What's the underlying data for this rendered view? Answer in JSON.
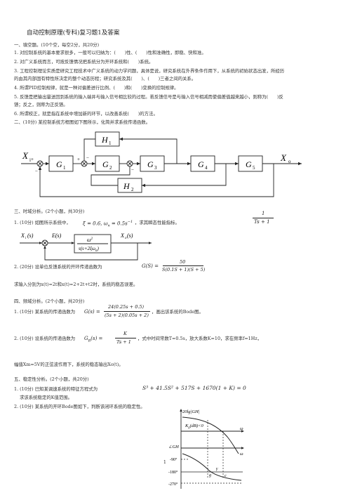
{
  "doc": {
    "title": "自动控制原理(专科)复习题1及答案",
    "s1": {
      "heading": "一、填空题。(10个空，每空2分，共20分)",
      "q1": "1. 对控制系统的基本要求很多，一般可以归纳为：(　　)性、(　　)性和准确性，即稳、快和准。",
      "q2": "2. 对广义系统而言，可按反馈情况把系统分为开环系统和(　　)系统。",
      "q3a": "3. 工程控制理论实质是研究工程技术中广义系统的动力学问题，具体是说，研究系统在外界条件作用下，从系统的初始状态出发，所经历",
      "q3b": "的由其内部固有特性所决定的整个动态历程；研究系统及其(　　)、(　　)三者之间的关系。",
      "q4": "4. 所谓PID控制规律，就是一种对偏差进行比例、(　　)和(　　)变换的控制规律。",
      "q5a": "5. 反馈是把输出量送回到系统的输入端并与输入信号相比较的过程。若反馈信号是与输入信号相减而使偏差值越来越小，则称为(　　)反",
      "q5b": "馈；反之，则称为正反馈。",
      "q6": "6. 所谓校正，就是指在系统中增加新的环节，以改善系统(　　)的方法。"
    },
    "s2": {
      "heading": "二、(10分) 某控制系统方框图如下图所示，化简并求系统传递函数。",
      "diagram": {
        "input": "X",
        "input_sub": "i",
        "output": "X",
        "output_sub": "o",
        "blocks": [
          "G",
          "G",
          "G",
          "G",
          "G"
        ],
        "block_subs": [
          "1",
          "2",
          "3",
          "4",
          "5"
        ],
        "h1": "H",
        "h1_sub": "1",
        "h2": "H",
        "h2_sub": "2",
        "signs": [
          "+",
          "−",
          "+",
          "−",
          "−"
        ]
      }
    },
    "s3": {
      "heading": "三、时域分析。(2个小题，共30分)",
      "q1_pre": "1. (10分) 如图所示系统中，",
      "q1_param": "ξ = 0.6, ω",
      "q1_param_sub": "n",
      "q1_param_end": " = 0.5s",
      "q1_param_exp": "−1",
      "q1_post": "，求其瞬态性能指标。",
      "tf_num": "1",
      "tf_den": "Ts + 1",
      "bd_in": "X",
      "bd_in_sub": "i",
      "bd_in_s": "(s)",
      "bd_err": "E(s)",
      "bd_out": "X",
      "bd_out_sub": "o",
      "bd_out_s": "(s)",
      "bd_num": "ω",
      "bd_num_sup": "2",
      "bd_num_sub": "n",
      "bd_den": "s(s+2ξω",
      "bd_den_sub": "n",
      "bd_den_end": ")",
      "q2_text": "2. (20分) 设单位反馈系统的开环传递函数为",
      "q2_lhs": "G(S) =",
      "q2_num": "50",
      "q2_den": "S(0.1S + 1)(S + 5)",
      "q2_ask": "求输入分别为x(t)=2t和x(t)=2+2t+t2时，系统的稳态误差。"
    },
    "s4": {
      "heading": "四、频域分析。(2个小题，共20分)",
      "q1_text": "1. (10分) 某系统的传递函数为",
      "q1_lhs": "G(s) =",
      "q1_num": "24(0.25s + 0.5)",
      "q1_den": "(5s + 2)(0.05s + 2)",
      "q1_post": "，画出该系统的Bode图。",
      "q2_text": "2. (10分) 设系统的传递函数为",
      "q2_lhs": "G",
      "q2_lhs_sub": "B",
      "q2_lhs_end": "(s) =",
      "q2_num": "K",
      "q2_den": "Ts + 1",
      "q2_post": "，式中时间常数T=0.5s，放大系数K=10，求在频率f=1Hz，",
      "q2_amp": "幅值Xm=5V的正弦波作用下，系统的稳态输出Xo(t)。"
    },
    "s5": {
      "heading": "五、稳定性分析。(2个小题，共20分)",
      "q1_text": "1. (10分) 已知某调速系统的特征方程式为",
      "q1_eq": "S³ + 41.5S² + 517S + 1670(1 + K) = 0",
      "q1_ask": "求该系统稳定的K值范围。",
      "q2_text": "2. (10分) 某系统的开环Bode图如下，判断该闭环系统的稳定性。",
      "bode": {
        "ylabel_top": "20lg|GH|",
        "kg_label": "K",
        "kg_sub": "g",
        "kg_end": "(dB)<0",
        "axis_w": "ω",
        "phase_label": "∠GH",
        "ticks": [
          "-90°",
          "-180°",
          "-270°"
        ],
        "mark_g": "g",
        "mark_gamma": "γ",
        "mark_c": "c",
        "left_mark": "1"
      }
    }
  }
}
